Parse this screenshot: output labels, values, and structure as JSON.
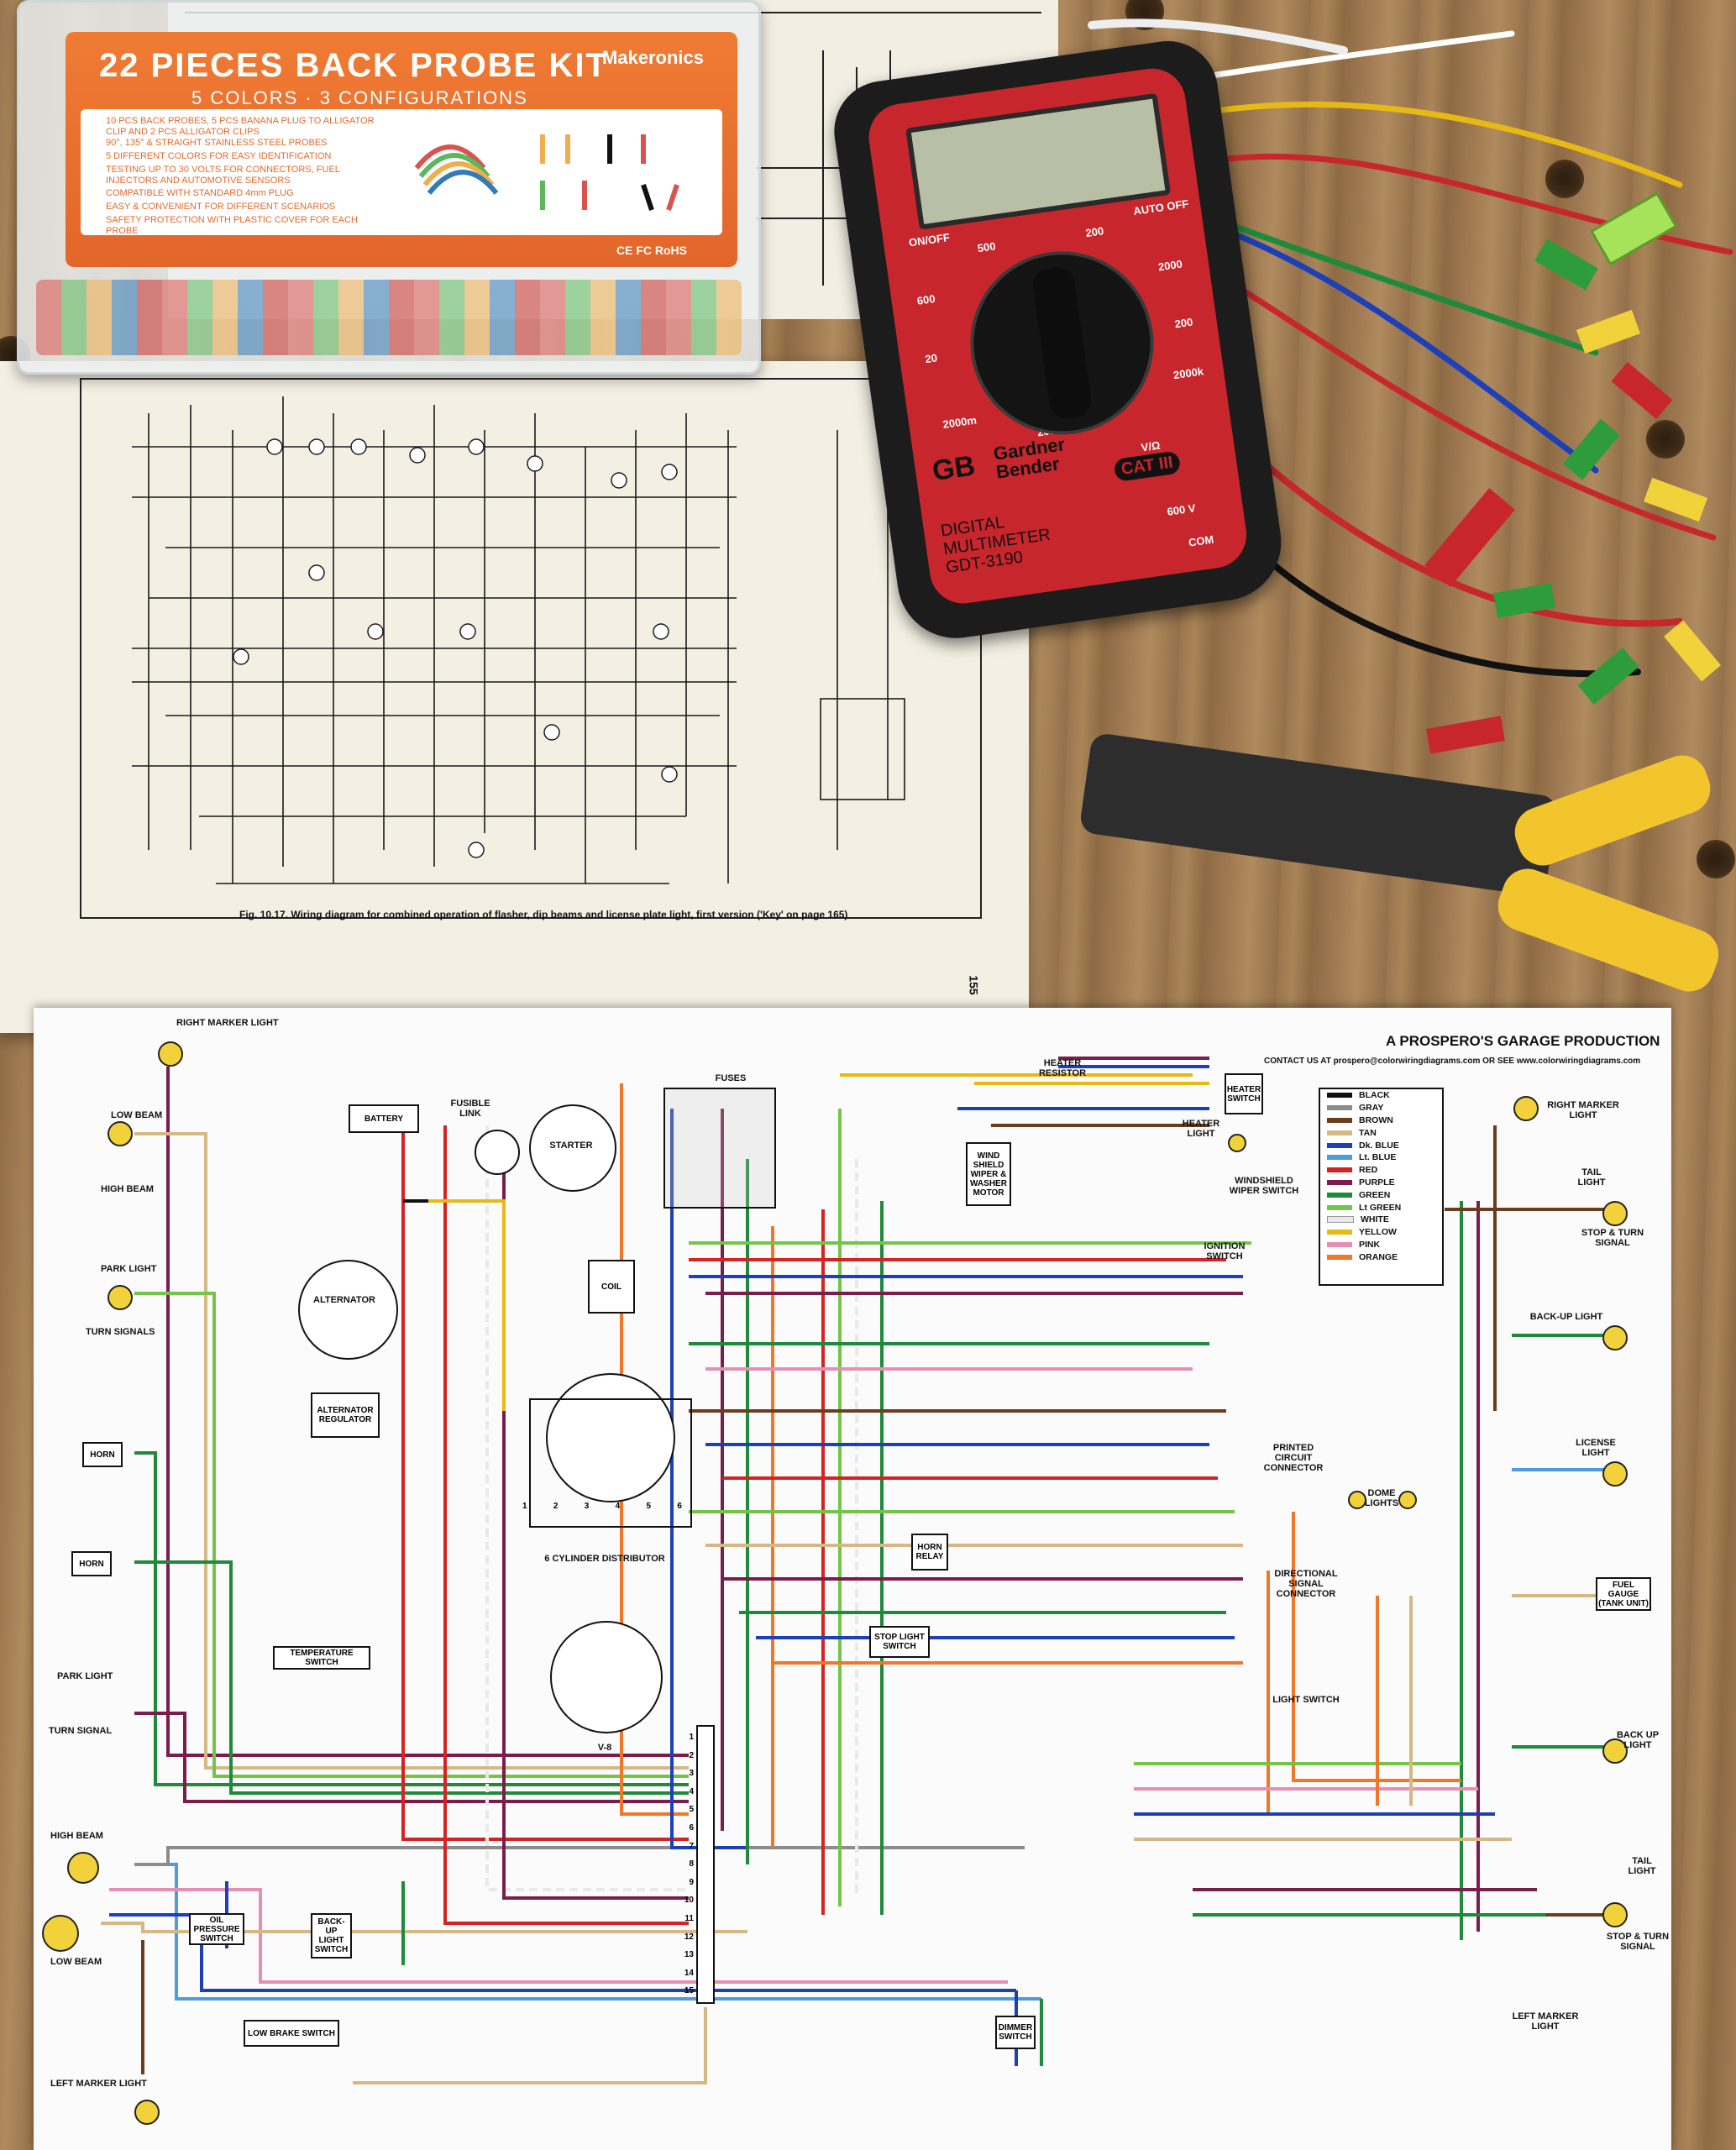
{
  "kit": {
    "title": "22 PIECES BACK PROBE KIT",
    "subtitle": "5 COLORS · 3 CONFIGURATIONS",
    "brand": "Makeronics",
    "bullets": [
      "10 PCS BACK PROBES, 5 PCS BANANA PLUG TO ALLIGATOR CLIP AND 2 PCS ALLIGATOR CLIPS",
      "90°, 135° & STRAIGHT STAINLESS STEEL PROBES",
      "5 DIFFERENT COLORS FOR EASY IDENTIFICATION",
      "TESTING UP TO 30 VOLTS FOR CONNECTORS, FUEL INJECTORS AND AUTOMOTIVE SENSORS",
      "COMPATIBLE WITH STANDARD 4mm PLUG",
      "EASY & CONVENIENT FOR DIFFERENT SCENARIOS",
      "SAFETY PROTECTION WITH PLASTIC COVER FOR EACH PROBE"
    ],
    "marks": "CE FC RoHS"
  },
  "manual": {
    "caption": "Fig. 10.17. Wiring diagram for combined operation of flasher, dip beams and license plate light, first version ('Key' on page 165)",
    "page_number": "155"
  },
  "meter": {
    "logo": "GB",
    "brand_line1": "Gardner",
    "brand_line2": "Bender",
    "model_line1": "DIGITAL",
    "model_line2": "MULTIMETER",
    "model_line3": "GDT-3190",
    "cat": "CAT III",
    "labels": [
      "ON/OFF",
      "AUTO OFF",
      "500",
      "200",
      "600",
      "2000",
      "20",
      "200",
      "2000k",
      "2000m",
      "200m",
      "COM",
      "V/Ω",
      "600 V"
    ]
  },
  "poster": {
    "title": "A PROSPERO'S GARAGE PRODUCTION",
    "contact": "CONTACT US AT prospero@colorwiringdiagrams.com OR SEE www.colorwiringdiagrams.com",
    "legend": [
      {
        "name": "BLACK",
        "color": "#111111"
      },
      {
        "name": "GRAY",
        "color": "#8c8c8c"
      },
      {
        "name": "BROWN",
        "color": "#6b3d1f"
      },
      {
        "name": "TAN",
        "color": "#d6b886"
      },
      {
        "name": "Dk. BLUE",
        "color": "#1d3fb8"
      },
      {
        "name": "Lt. BLUE",
        "color": "#4f9be0"
      },
      {
        "name": "RED",
        "color": "#d42323"
      },
      {
        "name": "PURPLE",
        "color": "#7b1d4b"
      },
      {
        "name": "GREEN",
        "color": "#1f8a3b"
      },
      {
        "name": "Lt GREEN",
        "color": "#74c44a"
      },
      {
        "name": "WHITE",
        "color": "#e9e9e9"
      },
      {
        "name": "YELLOW",
        "color": "#e7b915"
      },
      {
        "name": "PINK",
        "color": "#e58fb4"
      },
      {
        "name": "ORANGE",
        "color": "#f0772a"
      }
    ],
    "components": {
      "right_marker_light_left": "RIGHT MARKER LIGHT",
      "low_beam_left": "LOW BEAM",
      "high_beam_left": "HIGH BEAM",
      "park_light_top": "PARK LIGHT",
      "turn_signals_top": "TURN SIGNALS",
      "horn_1": "HORN",
      "horn_2": "HORN",
      "park_light_lower": "PARK LIGHT",
      "turn_signal_lower": "TURN SIGNAL",
      "high_beam_lower": "HIGH BEAM",
      "low_beam_lower": "LOW BEAM",
      "left_marker_light_left": "LEFT MARKER LIGHT",
      "battery": "BATTERY",
      "fusible_link": "FUSIBLE LINK",
      "starter": "STARTER",
      "alternator": "ALTERNATOR",
      "alternator_regulator": "ALTERNATOR REGULATOR",
      "coil": "COIL",
      "distributor_6": "6 CYLINDER DISTRIBUTOR",
      "distributor_v8": "V-8",
      "temperature_switch": "TEMPERATURE SWITCH",
      "oil_pressure_switch": "OIL PRESSURE SWITCH",
      "backup_light_switch": "BACK-UP LIGHT SWITCH",
      "low_brake_switch": "LOW BRAKE SWITCH",
      "fuses": "FUSES",
      "heater_resistor": "HEATER RESISTOR",
      "heater_switch": "HEATER SWITCH",
      "heater_light": "HEATER LIGHT",
      "wiper_motor": "WIND SHIELD WIPER & WASHER MOTOR",
      "wiper_switch": "WINDSHIELD WIPER SWITCH",
      "ignition_switch": "IGNITION SWITCH",
      "printed_circuit_connector": "PRINTED CIRCUIT CONNECTOR",
      "horn_relay": "HORN RELAY",
      "directional_signal_connector": "DIRECTIONAL SIGNAL CONNECTOR",
      "stop_light_switch": "STOP LIGHT SWITCH",
      "light_switch": "LIGHT SWITCH",
      "dome_lights": "DOME LIGHTS",
      "dimmer_switch": "DIMMER SWITCH",
      "right_marker_light_right": "RIGHT MARKER LIGHT",
      "tail_light_top": "TAIL LIGHT",
      "stop_turn_top": "STOP & TURN SIGNAL",
      "backup_light_top": "BACK-UP LIGHT",
      "license_light": "LICENSE LIGHT",
      "fuel_gauge": "FUEL GAUGE (TANK UNIT)",
      "backup_light_lower": "BACK UP LIGHT",
      "tail_light_lower": "TAIL LIGHT",
      "stop_turn_lower": "STOP & TURN SIGNAL",
      "left_marker_light_right": "LEFT MARKER LIGHT"
    },
    "connector_pins": [
      "1",
      "2",
      "3",
      "4",
      "5",
      "6",
      "7",
      "8",
      "9",
      "10",
      "11",
      "12",
      "13",
      "14",
      "15"
    ],
    "dist_pins": [
      "1",
      "2",
      "3",
      "4",
      "5",
      "6"
    ]
  }
}
